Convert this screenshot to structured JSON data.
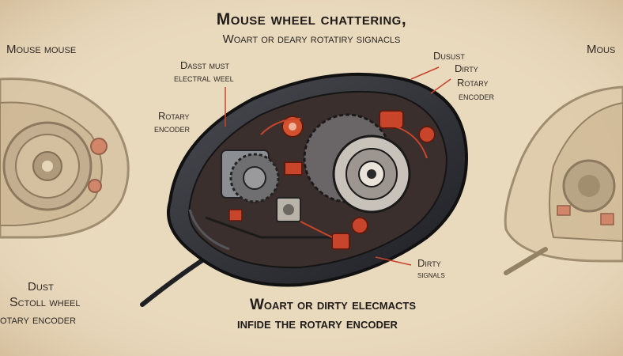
{
  "header": {
    "title": "Mouse wheel chattering,",
    "subtitle": "Woart or deary rotatiry signacls"
  },
  "labels": {
    "left_top": "Mouse mouse",
    "right_top": "Mous",
    "center_left_1": "Dasst must",
    "center_left_2": "electral weel",
    "rotary_1": "Rotary",
    "rotary_2": "encoder",
    "dusust": "Dusust",
    "dirty": "Dirty",
    "rotary_right_1": "Rotary",
    "rotary_right_2": "encoder",
    "dirty_bottom": "Dirty",
    "signals": "signals",
    "dust_bl": "Dust",
    "scroll_bl": "Sctoll wheel",
    "rotary_bl": "otary encoder"
  },
  "caption": {
    "line1": "Woart or dirty elecmacts",
    "line2": "infide the rotary encoder"
  },
  "colors": {
    "background": "#e9d9bd",
    "mouse_shell": "#2a2b31",
    "accent": "#c8452c",
    "gear": "#7c7470",
    "ink": "#1f1b18"
  }
}
